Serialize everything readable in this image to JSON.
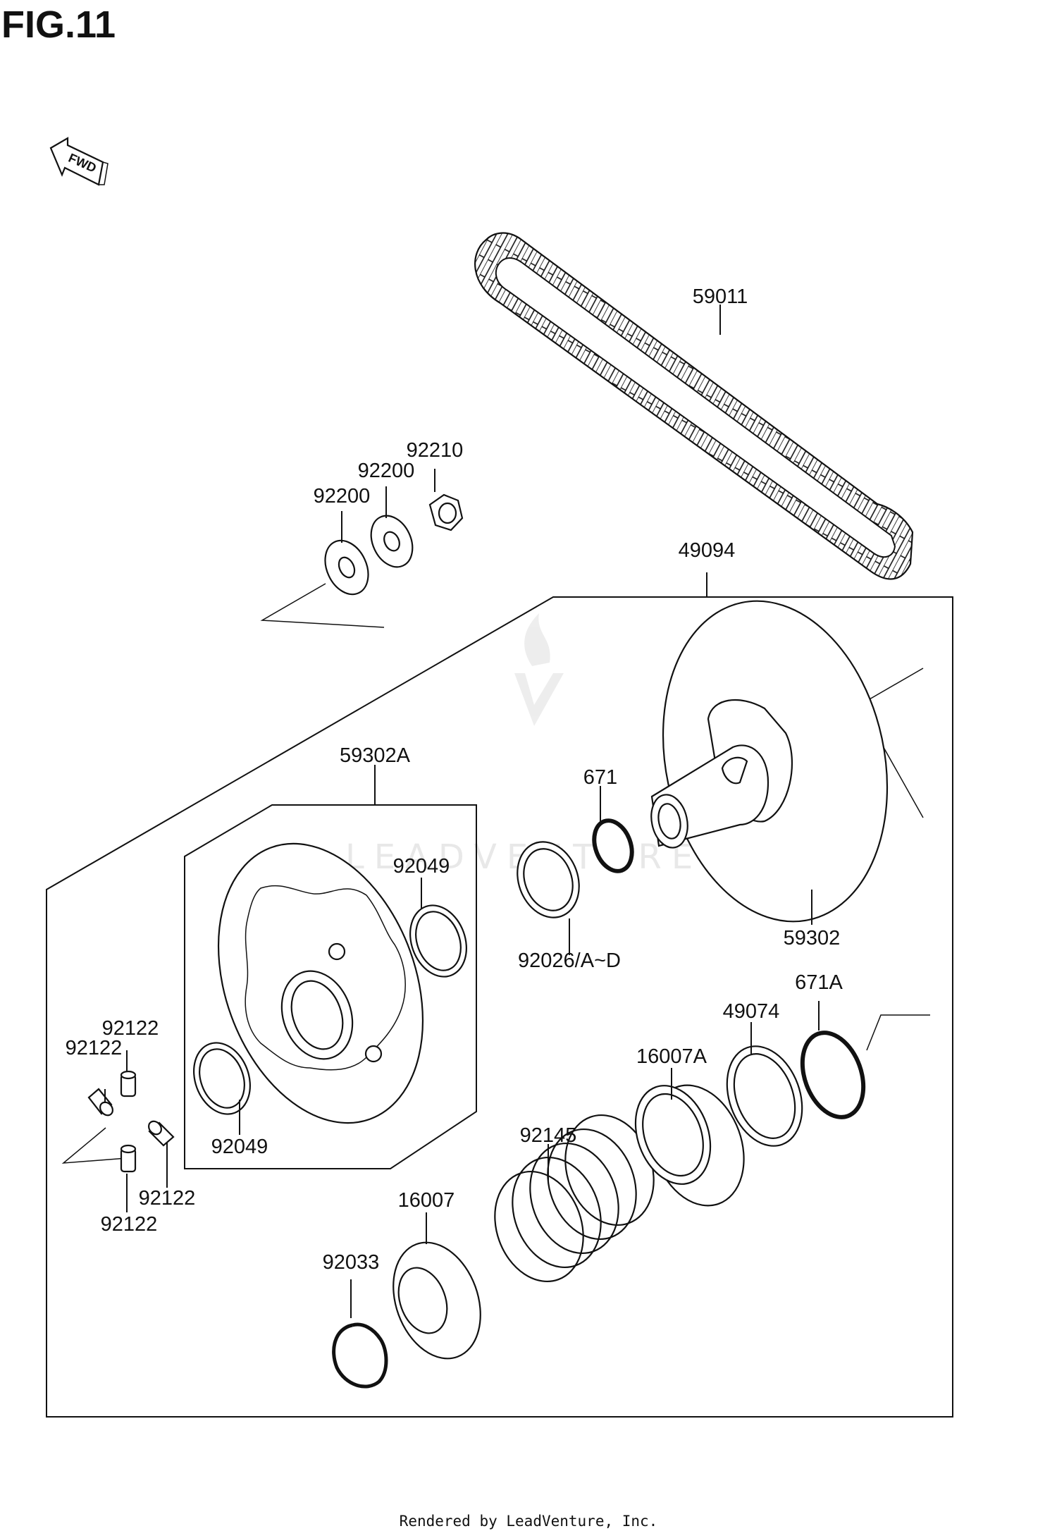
{
  "figure": {
    "title": "FIG.11",
    "fwd_label": "FWD"
  },
  "footer": {
    "text": "Rendered by LeadVenture, Inc."
  },
  "watermark": {
    "text": "LEADVENTURE"
  },
  "callouts": {
    "belt": "59011",
    "nut": "92210",
    "washer_upper": "92200",
    "washer_lower": "92200",
    "driven_assy": "49094",
    "fixed_sheave_assy": "59302A",
    "oring": "671",
    "seal_upper": "92049",
    "shim": "92026/A~D",
    "movable_sheave": "59302",
    "oring_large": "671A",
    "bearing_ring": "49074",
    "bearing_b": "16007A",
    "pin_top_right": "92122",
    "pin_top_left": "92122",
    "seal_lower": "92049",
    "pin_bottom_right": "92122",
    "pin_bottom": "92122",
    "spring": "92145",
    "bearing": "16007",
    "circlip": "92033"
  },
  "colors": {
    "ink": "#111111",
    "background": "#ffffff",
    "watermark": "#e6e6e6"
  }
}
